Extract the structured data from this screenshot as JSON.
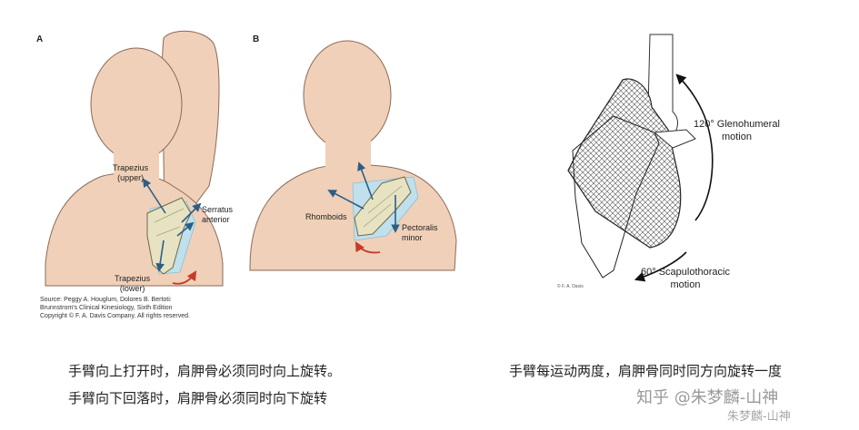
{
  "panel_a": {
    "letter": "A",
    "labels": {
      "trapezius_upper": "Trapezius\n(upper)",
      "serratus_anterior": "Serratus\nanterior",
      "trapezius_lower": "Trapezius\n(lower)"
    },
    "source": "Source: Peggy A. Houglum, Dolores B. Bertoti:\nBrunnstrom's Clinical Kinesiology, Sixth Edition\nCopyright © F. A. Davis Company. All rights reserved."
  },
  "panel_b": {
    "letter": "B",
    "labels": {
      "rhomboids": "Rhomboids",
      "pectoralis_minor": "Pectoralis\nminor"
    }
  },
  "panel_c": {
    "glenohumeral": "120° Glenohumeral\nmotion",
    "scapulothoracic": "60° Scapulothoracic\nmotion",
    "credit": "© F. A. Davis"
  },
  "captions": {
    "left_line1": "手臂向上打开时，肩胛骨必须同时向上旋转。",
    "left_line2": "手臂向下回落时，肩胛骨必须同时向下旋转",
    "right_line1": "手臂每运动两度，肩胛骨同时同方向旋转一度"
  },
  "watermark": {
    "main": "知乎 @朱梦麟-山神",
    "sub": "朱梦麟-山神"
  },
  "colors": {
    "skin": "#f0d0b8",
    "skin_outline": "#8a6a58",
    "bone": "#e6e2c2",
    "arrow": "#2a5f8a",
    "red_arrow": "#c83a2a",
    "blue_shadow": "#bfe0ec"
  }
}
